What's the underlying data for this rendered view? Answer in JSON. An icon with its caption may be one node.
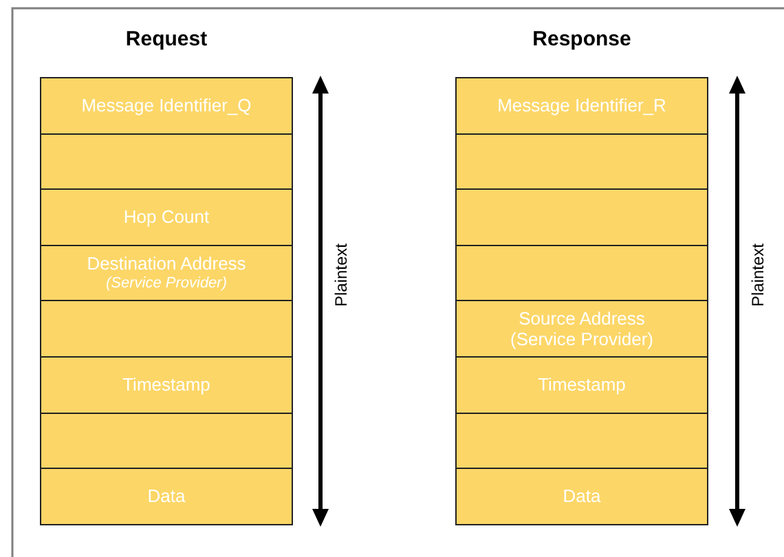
{
  "diagram": {
    "nodes": [
      {
        "text": [
          "Message Identifier_Q"
        ]
      },
      {
        "text": [],
        "shape": "box"
      },
      {
        "text": [
          "Hop Count"
        ]
      },
      {
        "text": [
          "Destination Address",
          "(Service Provider)"
        ]
      },
      {
        "text": [],
        "shape": "box"
      },
      {
        "text": [
          "Timestamp"
        ]
      },
      {
        "text": [],
        "shape": "box"
      },
      {
        "text": [
          "Data"
        ]
      },
      {
        "text": [
          "Message Identifier_R"
        ]
      },
      {
        "text": [],
        "shape": "box"
      },
      {
        "text": [],
        "shape": "box"
      },
      {
        "text": [],
        "shape": "box"
      },
      {
        "text": [
          "Source Address (Service Provider)"
        ]
      },
      {
        "text": [
          "Timestamp"
        ]
      },
      {
        "text": [],
        "shape": "box"
      },
      {
        "text": [
          "Data"
        ]
      }
    ],
    "labels": [
      "Request",
      "Response",
      "Plaintext",
      "Plaintext"
    ]
  }
}
